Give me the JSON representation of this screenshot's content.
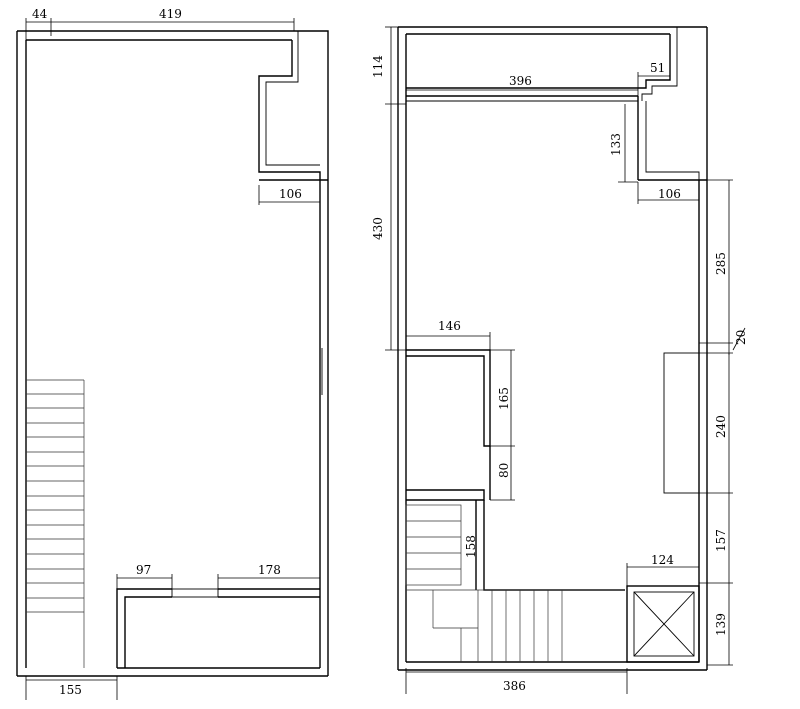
{
  "plans": [
    {
      "name": "left-plan",
      "dimensions": [
        "44",
        "419",
        "106",
        "97",
        "178",
        "155"
      ]
    },
    {
      "name": "right-plan",
      "dimensions": [
        "114",
        "396",
        "51",
        "133",
        "106",
        "430",
        "285",
        "20",
        "146",
        "165",
        "80",
        "240",
        "158",
        "157",
        "124",
        "139",
        "386"
      ]
    }
  ]
}
